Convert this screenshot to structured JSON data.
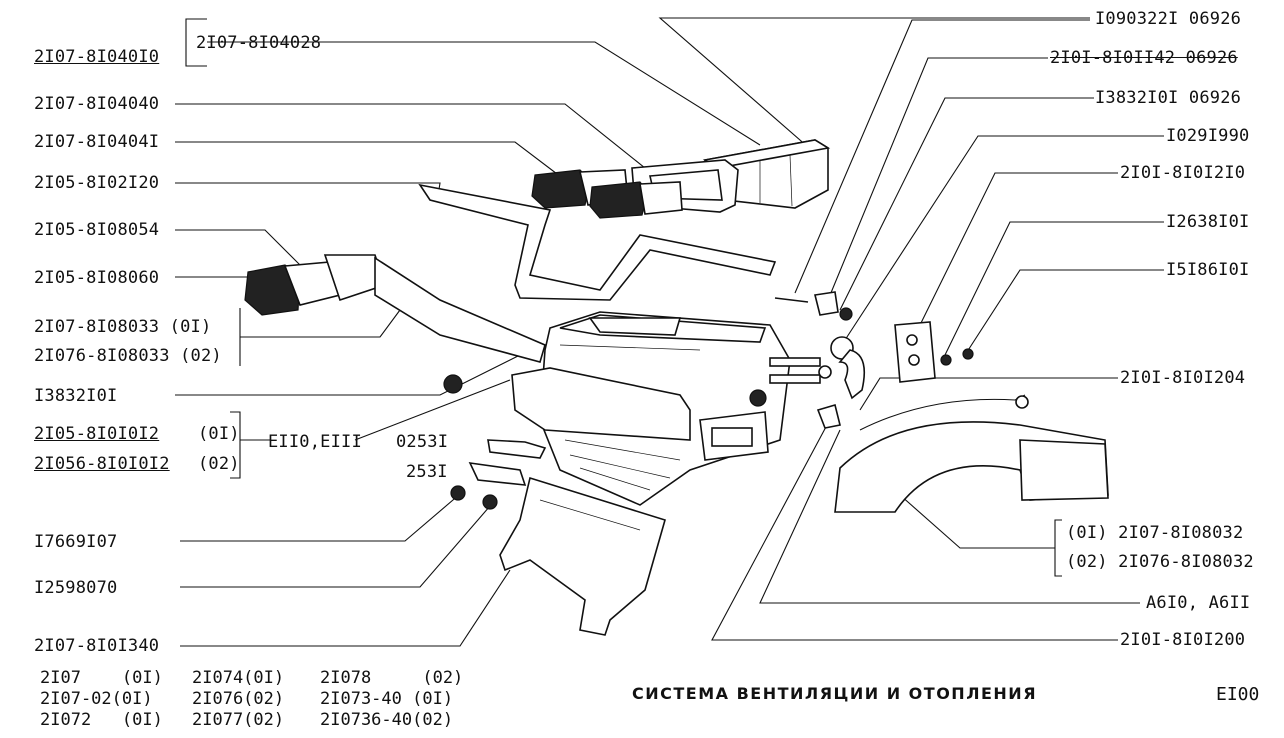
{
  "labels_left": [
    {
      "id": "l1",
      "text": "2I07-8I040I0",
      "underline": true
    },
    {
      "id": "l2",
      "text": "2I07-8I04028"
    },
    {
      "id": "l3",
      "text": "2I07-8I04040"
    },
    {
      "id": "l4",
      "text": "2I07-8I0404I"
    },
    {
      "id": "l5",
      "text": "2I05-8I02I20"
    },
    {
      "id": "l6",
      "text": "2I05-8I08054"
    },
    {
      "id": "l7",
      "text": "2I05-8I08060"
    },
    {
      "id": "l8",
      "text": "2I07-8I08033  (0I)"
    },
    {
      "id": "l9",
      "text": "2I076-8I08033 (02)"
    },
    {
      "id": "l10",
      "text": "I3832I0I"
    },
    {
      "id": "l11",
      "text": "2I05-8I0I0I2",
      "underline": true
    },
    {
      "id": "l11b",
      "text": "(0I)"
    },
    {
      "id": "l12",
      "text": "2I056-8I0I0I2",
      "underline": true
    },
    {
      "id": "l12b",
      "text": "(02)"
    },
    {
      "id": "l13",
      "text": "EII0,EIII"
    },
    {
      "id": "l14",
      "text": "0253I"
    },
    {
      "id": "l15",
      "text": "253I"
    },
    {
      "id": "l16",
      "text": "I7669I07"
    },
    {
      "id": "l17",
      "text": "I2598070"
    },
    {
      "id": "l18",
      "text": "2I07-8I0I340"
    }
  ],
  "labels_right": [
    {
      "id": "r1",
      "text": "I090322I 06926"
    },
    {
      "id": "r2",
      "text": "2I0I-8I0II42 06926",
      "strike": true
    },
    {
      "id": "r3",
      "text": "I3832I0I 06926",
      "strike_part": "I3832I0I"
    },
    {
      "id": "r4",
      "text": "I029I990"
    },
    {
      "id": "r5",
      "text": "2I0I-8I0I2I0"
    },
    {
      "id": "r6",
      "text": "I2638I0I"
    },
    {
      "id": "r7",
      "text": "I5I86I0I"
    },
    {
      "id": "r8",
      "text": "2I0I-8I0I204"
    },
    {
      "id": "r9",
      "text": "(0I)  2I07-8I08032"
    },
    {
      "id": "r10",
      "text": "(02) 2I076-8I08032"
    },
    {
      "id": "r11",
      "text": "A6I0, A6II"
    },
    {
      "id": "r12",
      "text": "2I0I-8I0I200"
    }
  ],
  "footer": {
    "models": [
      "2I07    (0I)",
      "2I07-02(0I)",
      "2I072   (0I)",
      "2I074(0I)",
      "2I076(02)",
      "2I077(02)",
      "2I078     (02)",
      "2I073-40 (0I)",
      "2I0736-40(02)"
    ],
    "title": "СИСТЕМА   ВЕНТИЛЯЦИИ   И   ОТОПЛЕНИЯ",
    "page": "EI00"
  }
}
